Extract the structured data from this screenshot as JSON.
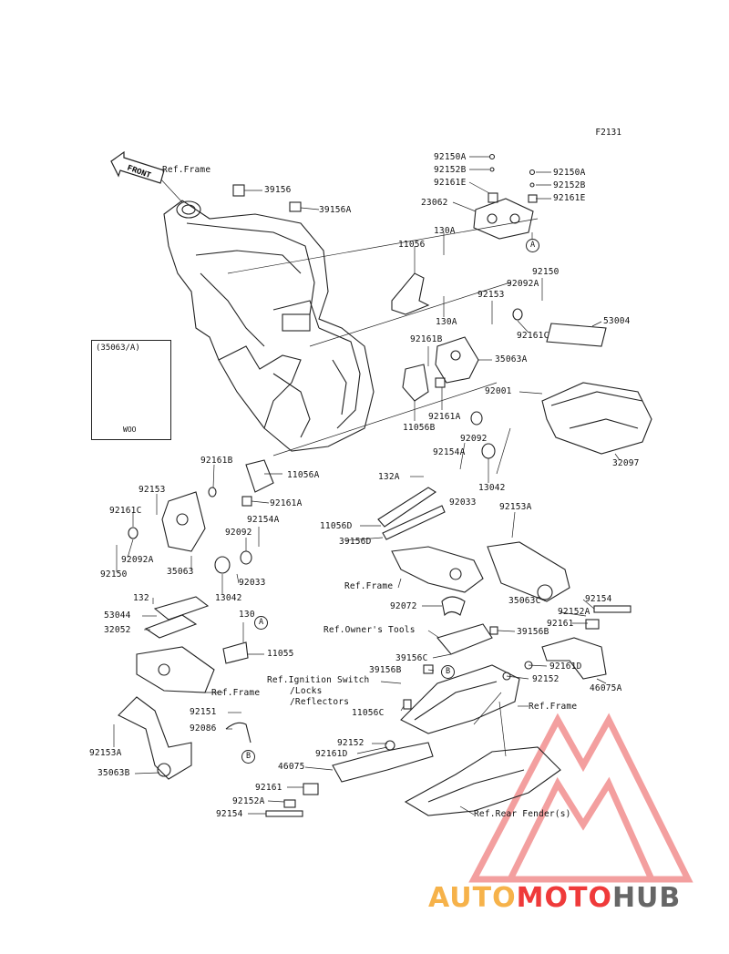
{
  "diagram": {
    "code": "F2131",
    "front_arrow": "FRONT",
    "inset": {
      "title": "(35063/A)",
      "footer": "WOO"
    },
    "circles": [
      {
        "id": "A1",
        "text": "A"
      },
      {
        "id": "A2",
        "text": "A"
      },
      {
        "id": "B1",
        "text": "B"
      },
      {
        "id": "B2",
        "text": "B"
      }
    ],
    "labels": [
      {
        "id": "ref-frame-top",
        "text": "Ref.Frame"
      },
      {
        "id": "l39156",
        "text": "39156"
      },
      {
        "id": "l39156A",
        "text": "39156A"
      },
      {
        "id": "l92150A-1",
        "text": "92150A"
      },
      {
        "id": "l92152B-1",
        "text": "92152B"
      },
      {
        "id": "l92161E-1",
        "text": "92161E"
      },
      {
        "id": "l92150A-2",
        "text": "92150A"
      },
      {
        "id": "l92152B-2",
        "text": "92152B"
      },
      {
        "id": "l92161E-2",
        "text": "92161E"
      },
      {
        "id": "l23062",
        "text": "23062"
      },
      {
        "id": "l130A-1",
        "text": "130A"
      },
      {
        "id": "l11056",
        "text": "11056"
      },
      {
        "id": "l130A-2",
        "text": "130A"
      },
      {
        "id": "l92150",
        "text": "92150"
      },
      {
        "id": "l92092A-1",
        "text": "92092A"
      },
      {
        "id": "l92153-1",
        "text": "92153"
      },
      {
        "id": "l53004",
        "text": "53004"
      },
      {
        "id": "l92161C-1",
        "text": "92161C"
      },
      {
        "id": "l92161B-1",
        "text": "92161B"
      },
      {
        "id": "l35063A",
        "text": "35063A"
      },
      {
        "id": "l92001",
        "text": "92001"
      },
      {
        "id": "l92161A-1",
        "text": "92161A"
      },
      {
        "id": "l11056B",
        "text": "11056B"
      },
      {
        "id": "l92092-1",
        "text": "92092"
      },
      {
        "id": "l92154A-1",
        "text": "92154A"
      },
      {
        "id": "l32097",
        "text": "32097"
      },
      {
        "id": "l92161B-2",
        "text": "92161B"
      },
      {
        "id": "l11056A",
        "text": "11056A"
      },
      {
        "id": "l132A",
        "text": "132A"
      },
      {
        "id": "l13042-1",
        "text": "13042"
      },
      {
        "id": "l92033-1",
        "text": "92033"
      },
      {
        "id": "l92153-2",
        "text": "92153"
      },
      {
        "id": "l92161A-2",
        "text": "92161A"
      },
      {
        "id": "l92161C-2",
        "text": "92161C"
      },
      {
        "id": "l92154A-2",
        "text": "92154A"
      },
      {
        "id": "l92092-2",
        "text": "92092"
      },
      {
        "id": "l11056D",
        "text": "11056D"
      },
      {
        "id": "l92153A-1",
        "text": "92153A"
      },
      {
        "id": "l39156D",
        "text": "39156D"
      },
      {
        "id": "l92092A-2",
        "text": "92092A"
      },
      {
        "id": "l92150",
        "text": "92150"
      },
      {
        "id": "l35063",
        "text": "35063"
      },
      {
        "id": "l92033-2",
        "text": "92033"
      },
      {
        "id": "ref-frame-mid",
        "text": "Ref.Frame"
      },
      {
        "id": "l13042-2",
        "text": "13042"
      },
      {
        "id": "l92072",
        "text": "92072"
      },
      {
        "id": "l35063C",
        "text": "35063C"
      },
      {
        "id": "l92154-1",
        "text": "92154"
      },
      {
        "id": "l132",
        "text": "132"
      },
      {
        "id": "l92152A-1",
        "text": "92152A"
      },
      {
        "id": "l53044",
        "text": "53044"
      },
      {
        "id": "l130",
        "text": "130"
      },
      {
        "id": "l92161-1",
        "text": "92161"
      },
      {
        "id": "l32052",
        "text": "32052"
      },
      {
        "id": "ref-owners-tools",
        "text": "Ref.Owner's Tools"
      },
      {
        "id": "l39156B",
        "text": "39156B"
      },
      {
        "id": "l11055",
        "text": "11055"
      },
      {
        "id": "l39156C",
        "text": "39156C"
      },
      {
        "id": "l92161D-1",
        "text": "92161D"
      },
      {
        "id": "l39156B-2",
        "text": "39156B"
      },
      {
        "id": "l92152-1",
        "text": "92152"
      },
      {
        "id": "l46075A",
        "text": "46075A"
      },
      {
        "id": "ref-ignition",
        "text": "Ref.Ignition Switch"
      },
      {
        "id": "ref-locks",
        "text": "/Locks"
      },
      {
        "id": "ref-reflectors",
        "text": "/Reflectors"
      },
      {
        "id": "ref-frame-left",
        "text": "Ref.Frame"
      },
      {
        "id": "ref-frame-right",
        "text": "Ref.Frame"
      },
      {
        "id": "l11056C",
        "text": "11056C"
      },
      {
        "id": "l92151",
        "text": "92151"
      },
      {
        "id": "l92086",
        "text": "92086"
      },
      {
        "id": "l92152-2",
        "text": "92152"
      },
      {
        "id": "l92161D-2",
        "text": "92161D"
      },
      {
        "id": "l92153A-2",
        "text": "92153A"
      },
      {
        "id": "l46075",
        "text": "46075"
      },
      {
        "id": "l35063B",
        "text": "35063B"
      },
      {
        "id": "l92161-2",
        "text": "92161"
      },
      {
        "id": "l92152A-2",
        "text": "92152A"
      },
      {
        "id": "ref-rear-fender",
        "text": "Ref.Rear Fender(s)"
      },
      {
        "id": "l92154-2",
        "text": "92154"
      }
    ]
  },
  "watermark": {
    "part1": "AUTO",
    "part2": "MOTO",
    "part3": "HUB",
    "colors": {
      "auto": "#f6b24a",
      "moto": "#ef3a3a",
      "hub": "#666666"
    }
  }
}
